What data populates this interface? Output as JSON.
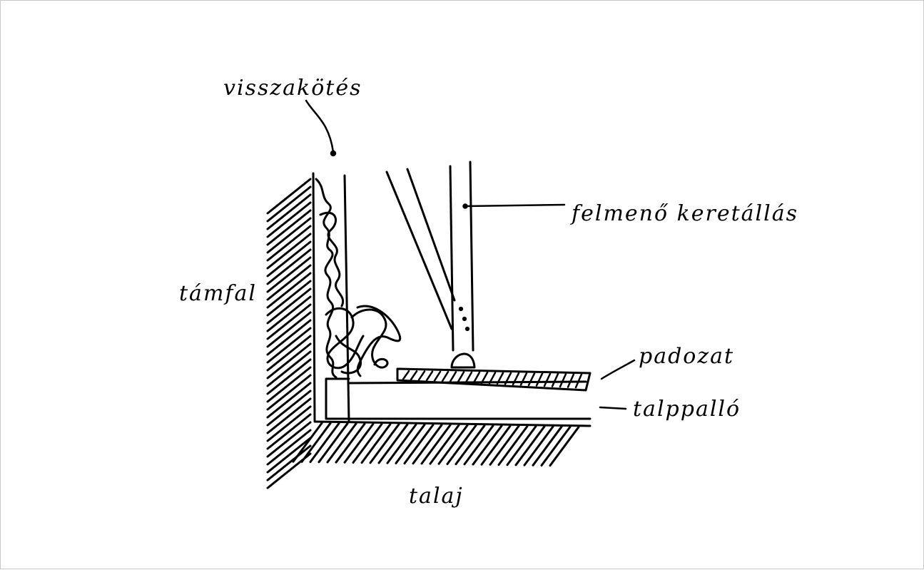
{
  "labels": {
    "tieback": "visszakötés",
    "riser_frame": "felmenő keretállás",
    "retaining_wall": "támfal",
    "flooring": "padozat",
    "sole_plank": "talppalló",
    "ground": "talaj"
  },
  "colors": {
    "ink": "#000000",
    "vegetation": "#1a8f5a",
    "paper": "#ffffff"
  }
}
